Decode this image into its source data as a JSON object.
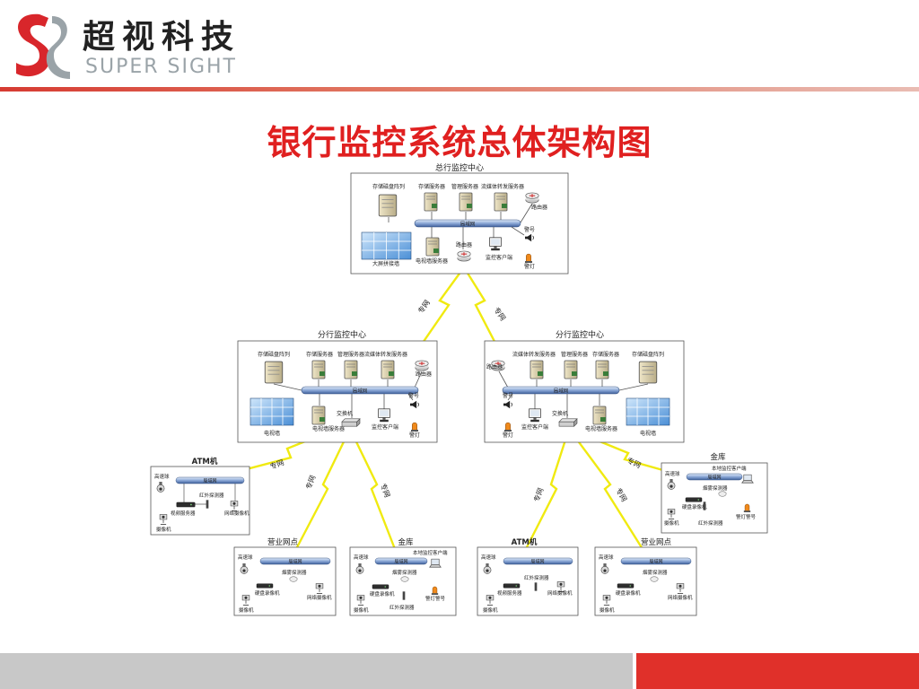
{
  "brand": {
    "name_cn": "超视科技",
    "name_en": "SUPER SIGHT",
    "colors": {
      "red": "#e0302a",
      "title_red": "#e02020",
      "bottom_gray": "#c8c8c8"
    }
  },
  "title": "银行监控系统总体架构图",
  "link_label": "专网",
  "hq": {
    "title": "总行监控中心",
    "storage_array": "存储磁盘阵列",
    "storage_server": "存储服务器",
    "mgmt_server": "管理服务器",
    "stream_server": "流媒体转发服务器",
    "router_1": "路由器",
    "lan": "局域网",
    "router_2": "路由器",
    "alarm_sound": "警号",
    "video_wall": "大屏拼接墙",
    "tv_wall_server": "电视墙服务器",
    "client": "监控客户端",
    "alarm_light": "警灯"
  },
  "branch_left": {
    "title": "分行监控中心",
    "storage_array": "存储磁盘阵列",
    "storage_server": "存储服务器",
    "mgmt_server": "管理服务器",
    "stream_server": "流媒体转发服务器",
    "router": "路由器",
    "lan": "局域网",
    "alarm_sound": "警号",
    "switch": "交换机",
    "tv_wall": "电视墙",
    "tv_wall_server": "电视墙服务器",
    "client": "监控客户端",
    "alarm_light": "警灯"
  },
  "branch_right": {
    "title": "分行监控中心",
    "stream_server": "流媒体转发服务器",
    "mgmt_server": "管理服务器",
    "storage_server": "存储服务器",
    "storage_array": "存储磁盘阵列",
    "router": "路由器",
    "lan": "局域网",
    "alarm_sound": "警号",
    "switch": "交换机",
    "client": "监控客户端",
    "alarm_light": "警灯",
    "tv_wall_server": "电视墙服务器",
    "tv_wall": "电视墙"
  },
  "atm_left": {
    "title": "ATM机",
    "dome": "高速球",
    "lan": "局域网",
    "ir": "红外探测器",
    "video_server": "视频服务器",
    "ip_camera": "网络摄像机",
    "camera": "摄像机"
  },
  "vault_right": {
    "title": "金库",
    "dome": "高速球",
    "lan": "局域网",
    "local_client": "本地监控客户端",
    "smoke": "烟雾探测器",
    "dvr": "硬盘录像机",
    "camera": "摄像机",
    "ir": "红外探测器",
    "alarm": "警灯警号"
  },
  "outlet_left": {
    "title": "营业网点",
    "dome": "高速球",
    "lan": "局域网",
    "smoke": "烟雾探测器",
    "dvr": "硬盘录像机",
    "ip_camera": "网络摄像机",
    "camera": "摄像机"
  },
  "vault_left": {
    "title": "金库",
    "local_client": "本地监控客户端",
    "dome": "高速球",
    "lan": "局域网",
    "smoke": "烟雾探测器",
    "dvr": "硬盘录像机",
    "alarm": "警灯警号",
    "camera": "摄像机",
    "ir": "红外探测器"
  },
  "atm_right": {
    "title": "ATM机",
    "dome": "高速球",
    "lan": "局域网",
    "ir": "红外探测器",
    "video_server": "视频服务器",
    "ip_camera": "网络摄像机",
    "camera": "摄像机"
  },
  "outlet_right": {
    "title": "营业网点",
    "dome": "高速球",
    "lan": "局域网",
    "smoke": "烟雾探测器",
    "dvr": "硬盘录像机",
    "ip_camera": "网络摄像机",
    "camera": "摄像机"
  }
}
